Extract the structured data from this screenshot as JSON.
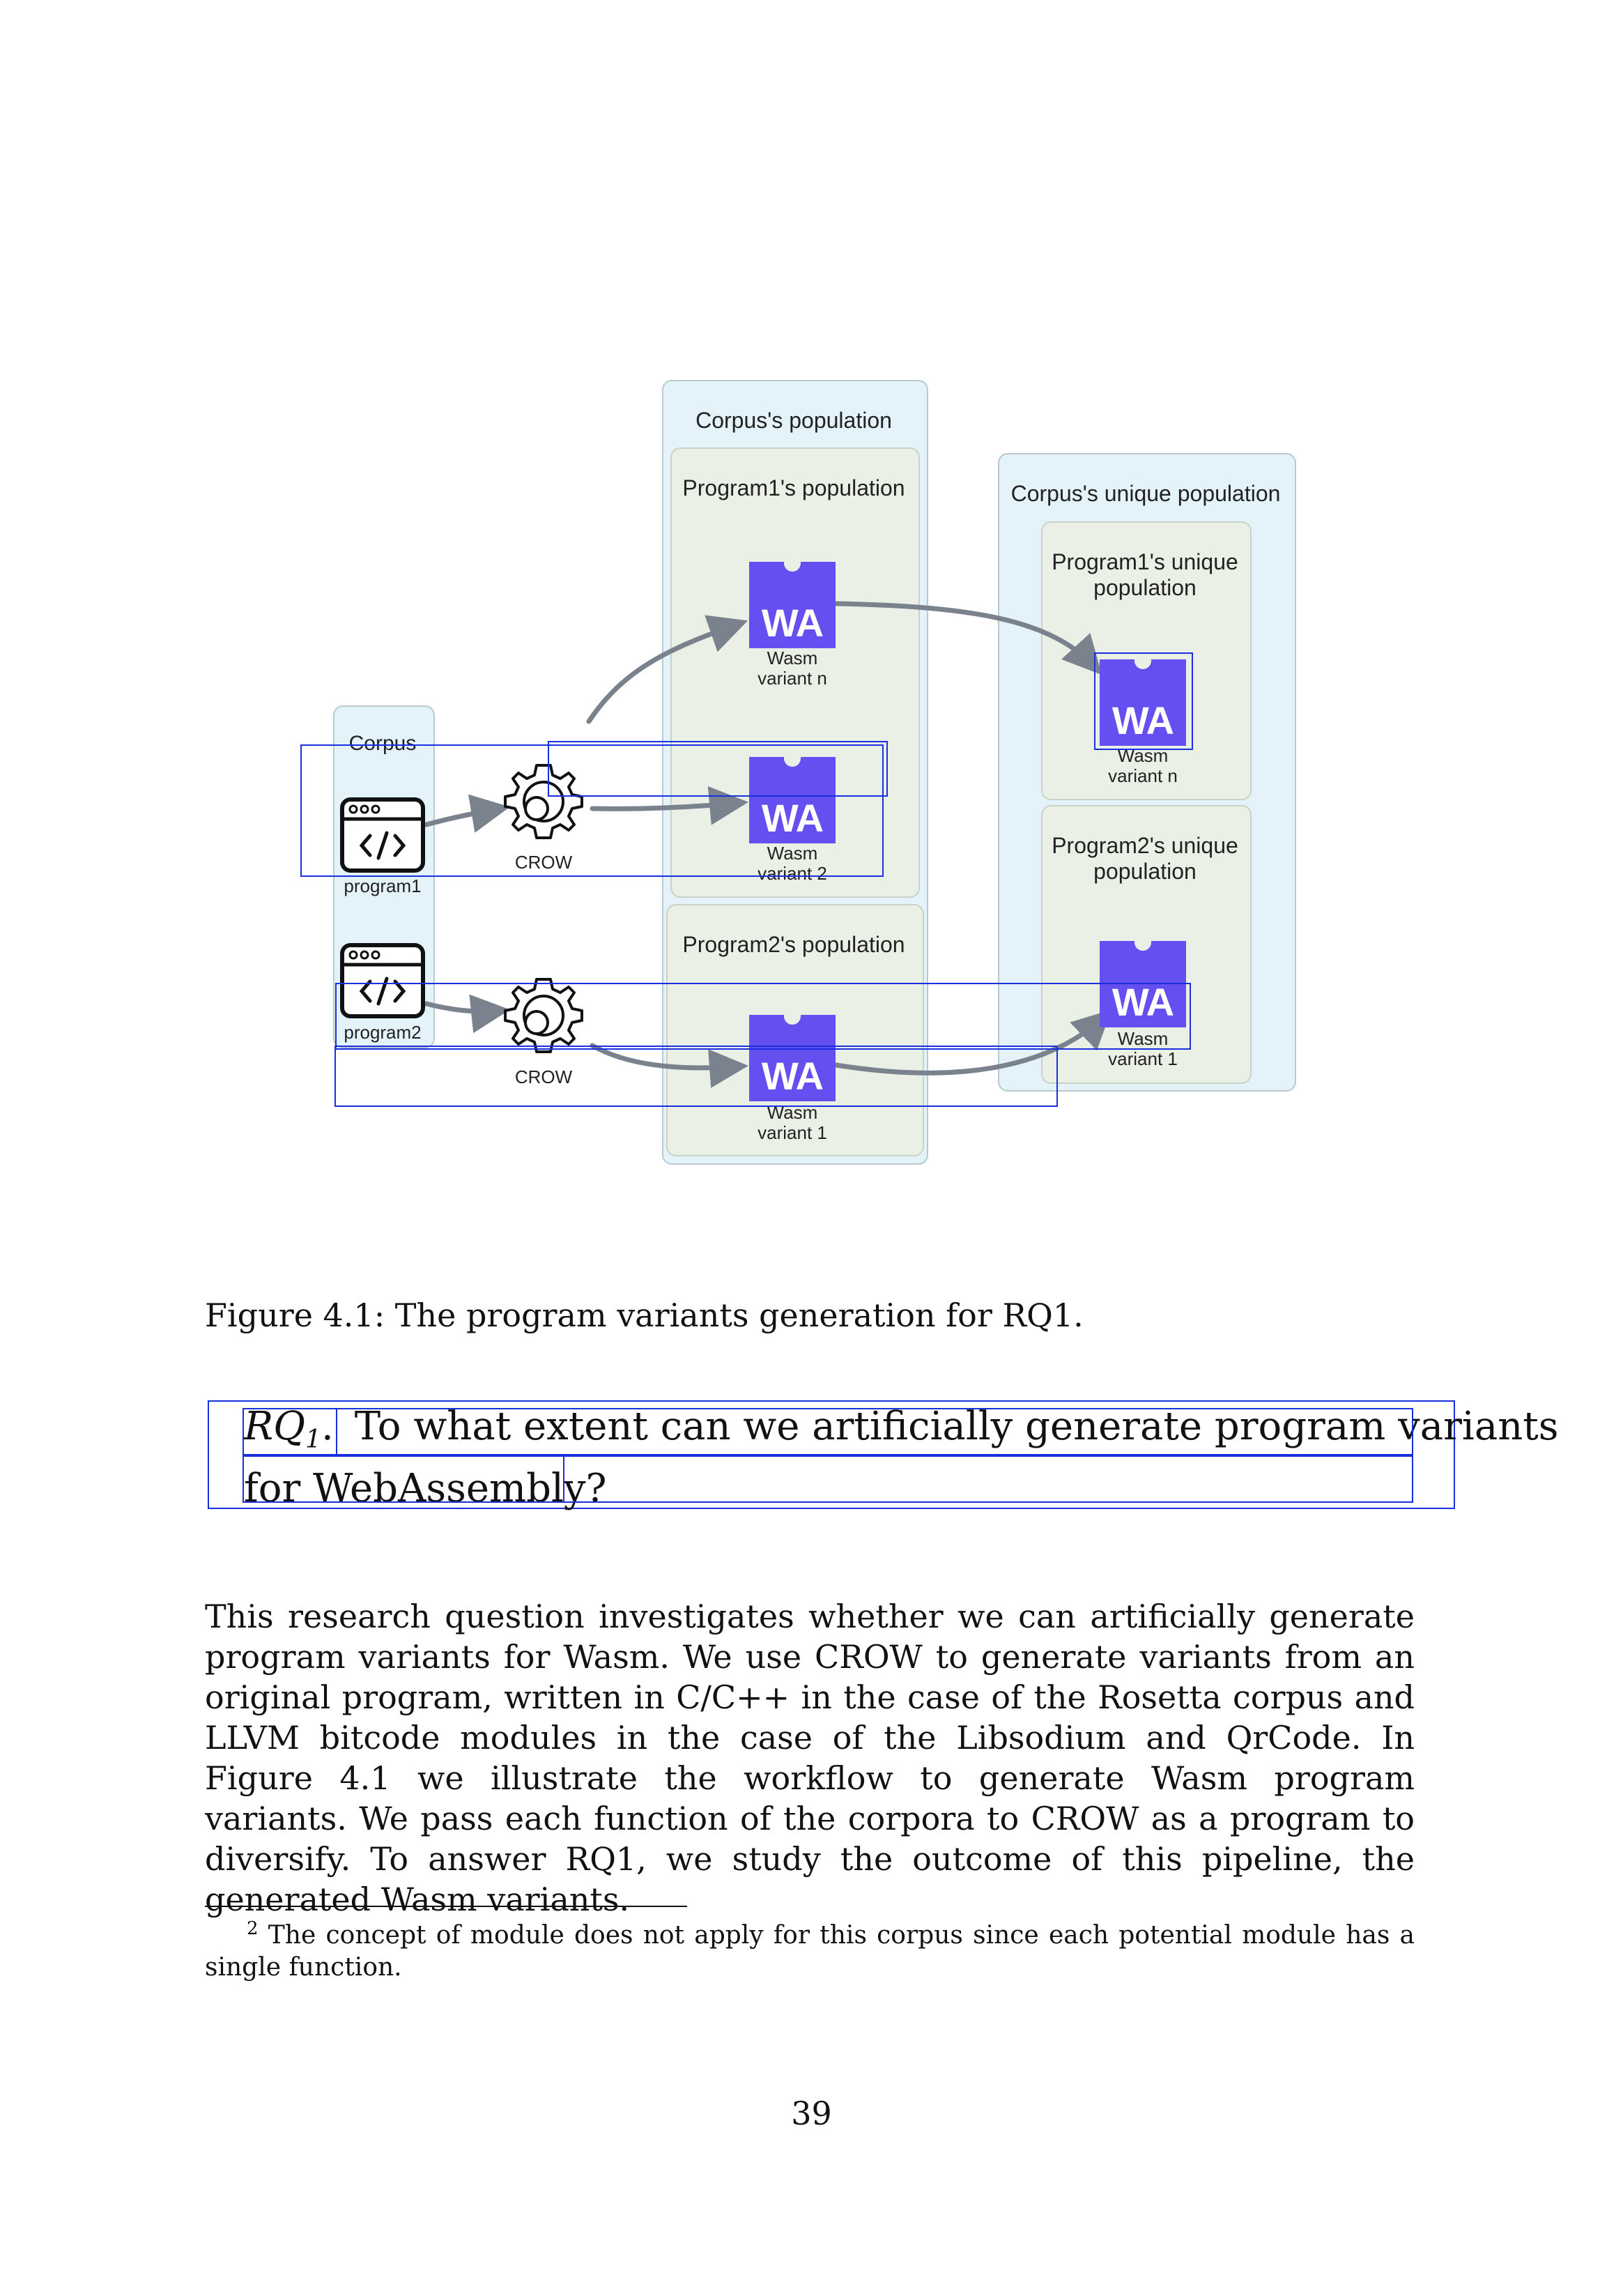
{
  "figure": {
    "corpus_title": "Corpus",
    "program1_label": "program1",
    "program2_label": "program2",
    "crow1_label": "CROW",
    "crow2_label": "CROW",
    "corpus_population_title": "Corpus's population",
    "program1_population_title": "Program1's population",
    "program2_population_title": "Program2's population",
    "unique_population_title": "Corpus's unique population",
    "program1_unique_title": "Program1's unique\npopulation",
    "program2_unique_title": "Program2's unique\npopulation",
    "wa_text": "WA",
    "variant_n": "Wasm\nvariant n",
    "variant_2": "Wasm\nvariant 2",
    "variant_1": "Wasm\nvariant 1",
    "unique_variant_n": "Wasm\nvariant n",
    "unique_variant_1": "Wasm\nvariant 1",
    "colors": {
      "wasm_purple": "#654ff0",
      "panel_blue": "#e4f3fa",
      "panel_green": "#ebf0e6",
      "arrow_gray": "#7a838d",
      "highlight_blue": "#1a2fe0"
    }
  },
  "caption": "Figure 4.1: The program variants generation for RQ1.",
  "rq": {
    "label": "RQ",
    "subscript": "1",
    "suffix": ".",
    "line1": "To what extent can we artificially generate program variants",
    "line2": "for WebAssembly?"
  },
  "paragraph": "This research question investigates whether we can artificially generate program variants for Wasm. We use CROW to generate variants from an original program, written in C/C++ in the case of the Rosetta corpus and LLVM bitcode modules in the case of the Libsodium and QrCode. In Figure 4.1 we illustrate the workflow to generate Wasm program variants. We pass each function of the corpora to CROW as a program to diversify. To answer RQ1, we study the outcome of this pipeline, the generated Wasm variants.",
  "footnote": {
    "mark": "2",
    "text": "The concept of module does not apply for this corpus since each potential module has a single function."
  },
  "page_number": "39"
}
